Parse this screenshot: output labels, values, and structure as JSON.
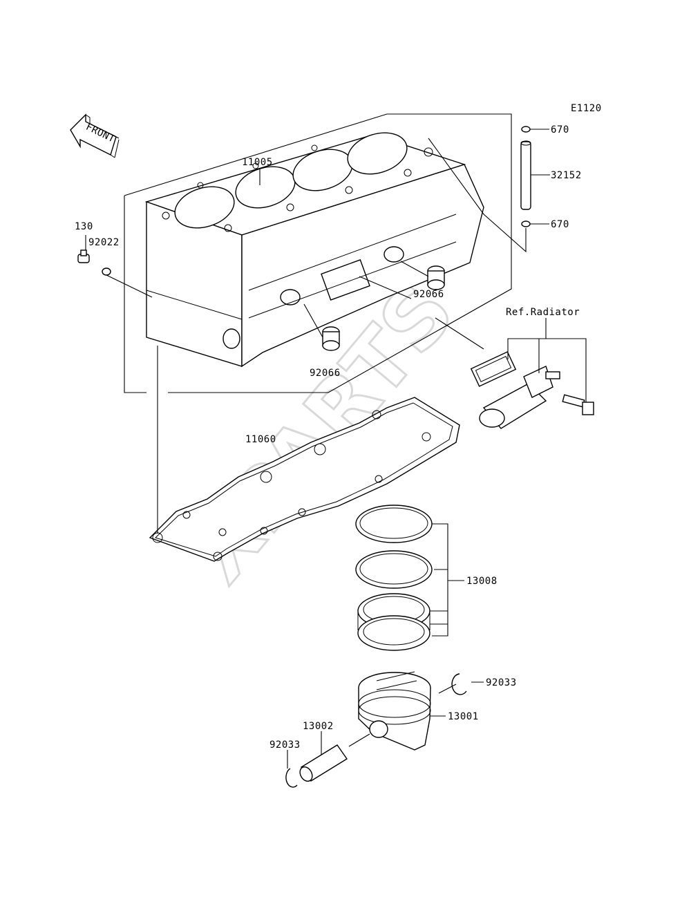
{
  "diagram": {
    "code": "E1120",
    "front_label": "FRONT",
    "ref_label": "Ref.Radiator",
    "watermark": "XPARTS",
    "parts": {
      "p130": "130",
      "p92022": "92022",
      "p11005": "11005",
      "p670_top": "670",
      "p32152": "32152",
      "p670_bottom": "670",
      "p92066_right": "92066",
      "p92066_left": "92066",
      "p11060": "11060",
      "p13008": "13008",
      "p92033_right": "92033",
      "p13001": "13001",
      "p13002": "13002",
      "p92033_left": "92033"
    }
  }
}
